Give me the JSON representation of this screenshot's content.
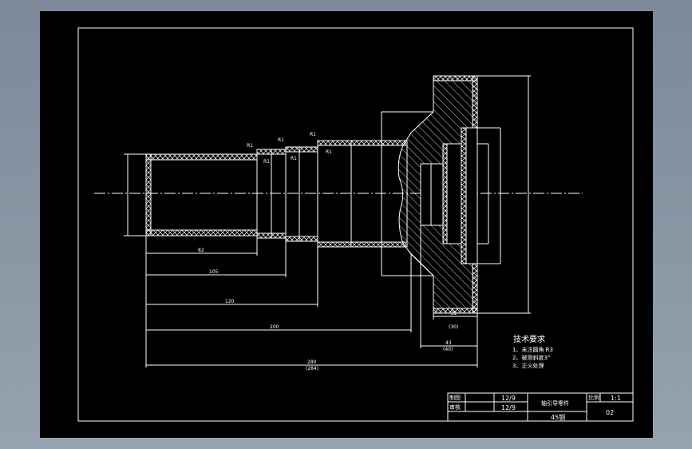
{
  "drawing": {
    "line_color": "#ffffff",
    "background": "#000000",
    "dimensions": {
      "d82": "82",
      "d105": "105",
      "d120": "120",
      "d200": "200",
      "d280": "280",
      "d280_ref": "(284)",
      "d22": "22",
      "d22_ref": "(30)",
      "d43": "43",
      "d43_ref": "(40)"
    },
    "fillet_labels": [
      "R1",
      "R1",
      "R1",
      "R1",
      "R1",
      "R1"
    ]
  },
  "tech_requirements": {
    "title": "技术要求",
    "items": [
      "1、未注圆角 R3",
      "2、被测斜度3°",
      "3、正火处理"
    ]
  },
  "title_block": {
    "drawn_label": "制图",
    "drawn_date": "12/9",
    "checked_label": "审核",
    "checked_date": "12/9",
    "part_name": "轴引导零件",
    "material": "45钢",
    "scale_label": "比例",
    "scale_value": "1:1",
    "drawing_no": "02"
  }
}
